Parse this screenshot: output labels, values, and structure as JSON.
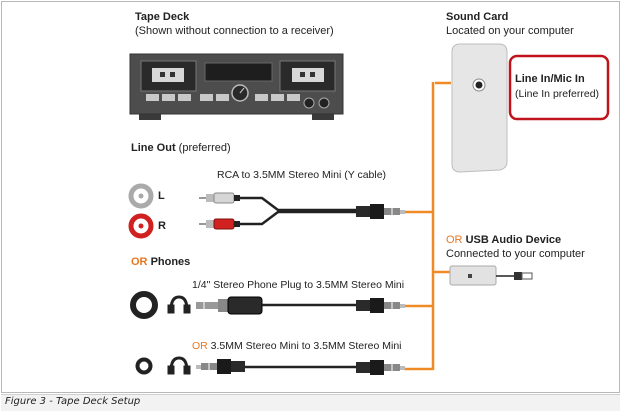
{
  "tape_deck": {
    "title": "Tape Deck",
    "subtitle": "(Shown without connection to a receiver)"
  },
  "sound_card": {
    "title": "Sound Card",
    "subtitle": "Located on your computer",
    "port_label": "Line In/Mic In",
    "port_note": "(Line In preferred)"
  },
  "line_out": {
    "title": "Line Out",
    "note": "(preferred)",
    "left_label": "L",
    "right_label": "R",
    "cable_label": "RCA to 3.5MM Stereo Mini (Y cable)"
  },
  "phones": {
    "or": "OR",
    "title": "Phones",
    "cable1_label": "1/4\" Stereo Phone Plug to 3.5MM Stereo Mini",
    "cable2_or": "OR",
    "cable2_label": "3.5MM Stereo Mini to 3.5MM Stereo Mini"
  },
  "usb": {
    "or": "OR",
    "title": "USB Audio Device",
    "subtitle": "Connected to your computer"
  },
  "caption": "Figure 3 - Tape Deck Setup",
  "colors": {
    "wire": "#f08a24",
    "highlight": "#c0141c",
    "device_dark": "#555555",
    "rca_red": "#d02020",
    "rca_white": "#aaaaaa"
  }
}
